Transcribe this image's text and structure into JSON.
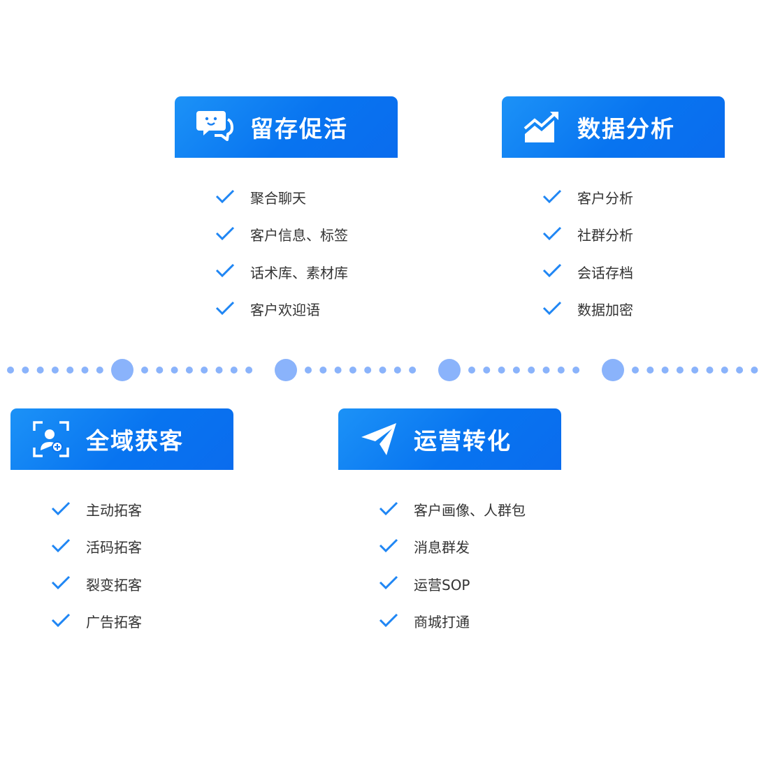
{
  "colors": {
    "accent": "#0874f0",
    "dot": "#8ab3fb",
    "check": "#1f86f4"
  },
  "cards": [
    {
      "title": "留存促活",
      "icon": "chat-smile-icon",
      "items": [
        "聚合聊天",
        "客户信息、标签",
        "话术库、素材库",
        "客户欢迎语"
      ]
    },
    {
      "title": "数据分析",
      "icon": "trend-chart-icon",
      "items": [
        "客户分析",
        "社群分析",
        "会话存档",
        "数据加密"
      ]
    },
    {
      "title": "全域获客",
      "icon": "user-scan-icon",
      "items": [
        "主动拓客",
        "活码拓客",
        "裂变拓客",
        "广告拓客"
      ]
    },
    {
      "title": "运营转化",
      "icon": "paper-plane-icon",
      "items": [
        "客户画像、人群包",
        "消息群发",
        "运营SOP",
        "商城打通"
      ]
    }
  ]
}
